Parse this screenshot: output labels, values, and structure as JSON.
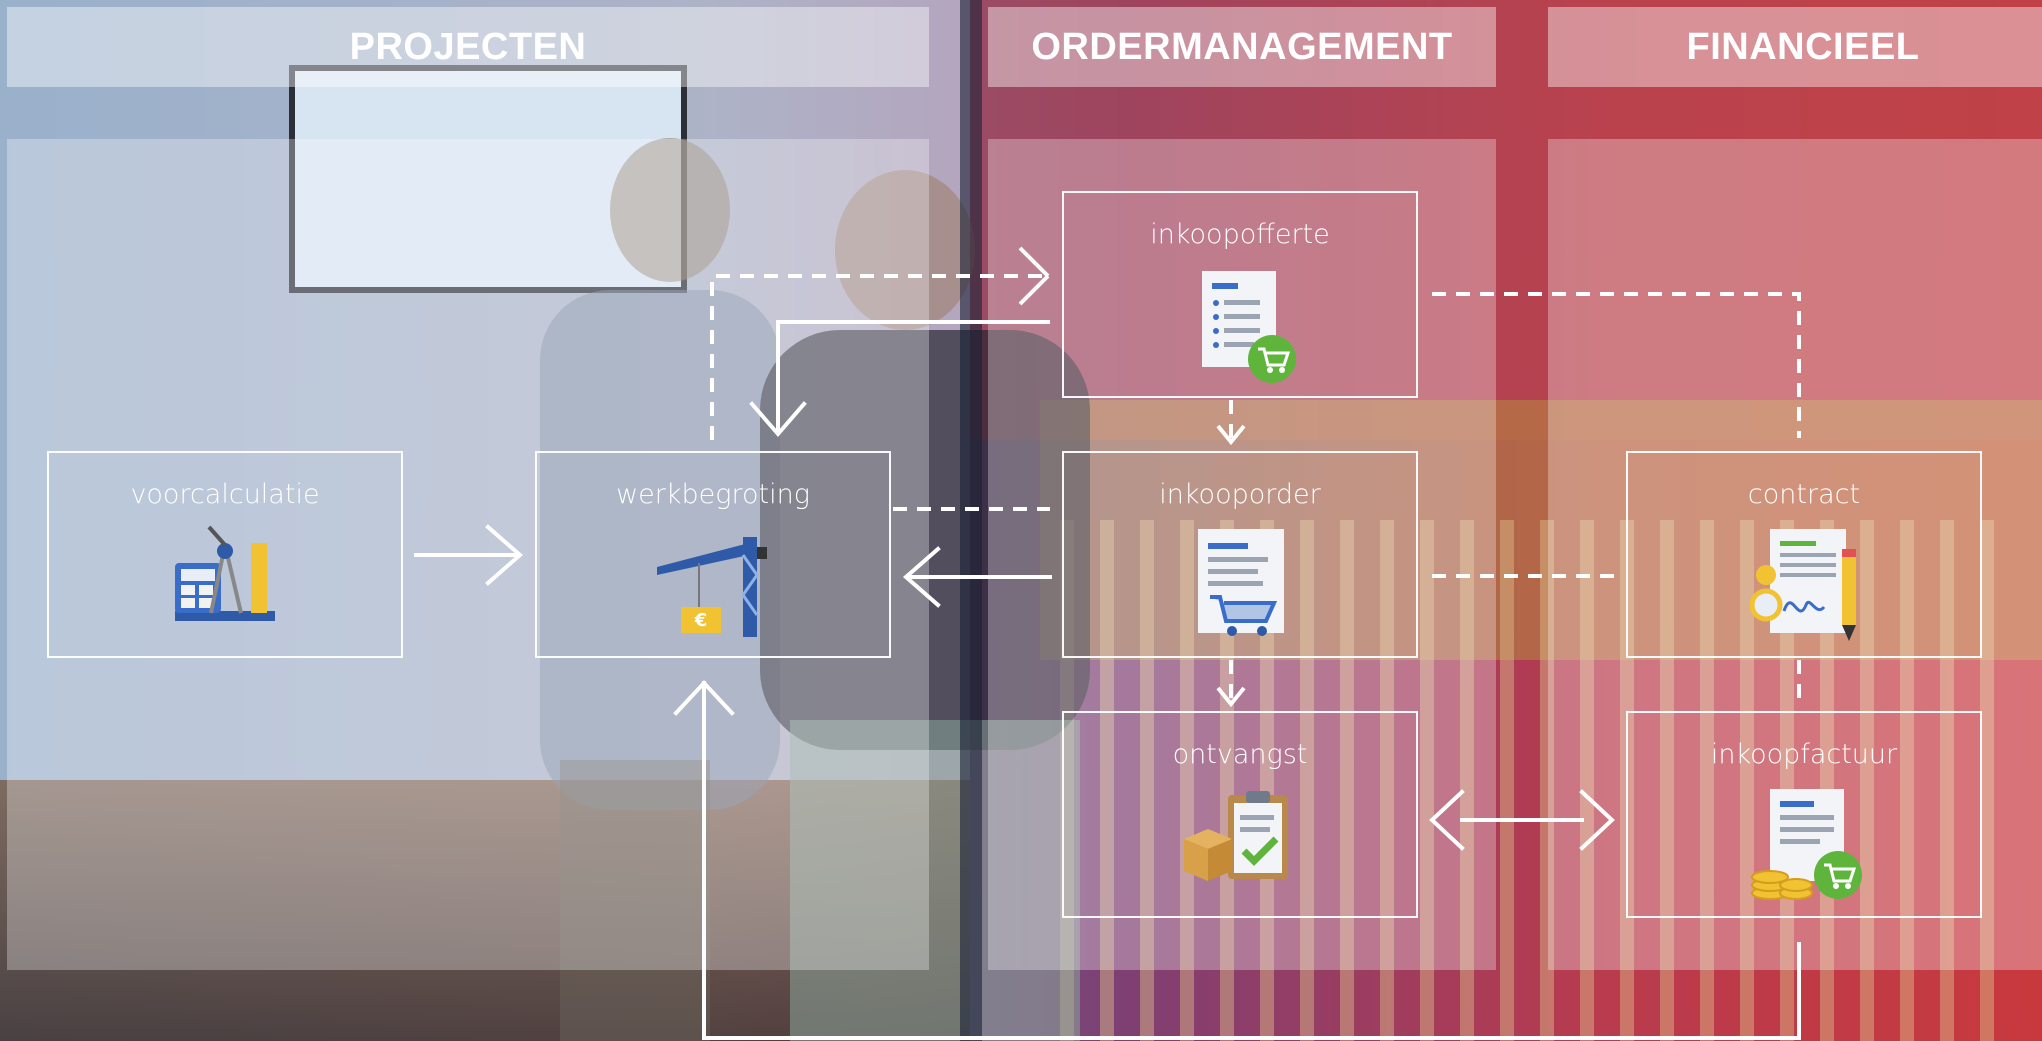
{
  "columns": {
    "projecten": "PROJECTEN",
    "ordermanagement": "ORDERMANAGEMENT",
    "financieel": "FINANCIEEL"
  },
  "nodes": {
    "voorcalculatie": {
      "label": "voorcalculatie",
      "icon": "calculator-drafting-icon"
    },
    "werkbegroting": {
      "label": "werkbegroting",
      "icon": "crane-budget-icon"
    },
    "inkoopofferte": {
      "label": "inkoopofferte",
      "icon": "document-cart-icon"
    },
    "inkooporder": {
      "label": "inkooporder",
      "icon": "order-cart-icon"
    },
    "ontvangst": {
      "label": "ontvangst",
      "icon": "package-checklist-icon"
    },
    "contract": {
      "label": "contract",
      "icon": "contract-signature-icon"
    },
    "inkoopfactuur": {
      "label": "inkoopfactuur",
      "icon": "invoice-coins-cart-icon"
    }
  },
  "colors": {
    "left_tint": "#5a7fae",
    "right_tint": "#c23a3e",
    "line": "#ffffff"
  }
}
